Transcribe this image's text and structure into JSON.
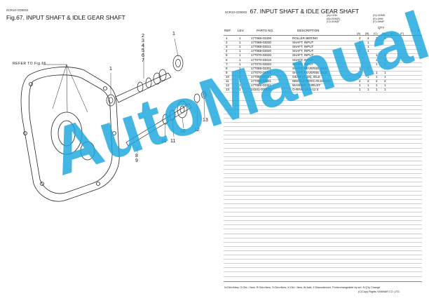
{
  "left_page": {
    "code": "0CR10-G09002",
    "title": "Fig.67.  INPUT SHAFT & IDLE GEAR SHAFT",
    "refer": "REFER TO Fig.66",
    "callouts": [
      "1",
      "2",
      "3",
      "4",
      "5",
      "6",
      "7",
      "1",
      "11",
      "10",
      "11",
      "12",
      "13",
      "8",
      "9"
    ]
  },
  "right_page": {
    "code": "0CR10-G09002",
    "title": "67.  INPUT SHAFT & IDLE GEAR SHAFT",
    "legend_left": [
      "(A)=1GM",
      "(B)=2GM(F)",
      "(C)=3GM(F"
    ],
    "legend_right": [
      "(D)=3GMD",
      "(E)=3HM",
      "(F)=3HMF"
    ],
    "qty_label": "QTY",
    "headers": {
      "ref": "REF.",
      "lev": "LEV.",
      "parts": "PARTS NO.",
      "desc": "DESCRIPTION",
      "i": "I",
      "r": "R"
    },
    "col_letters": [
      "(A)",
      "(B)",
      "(C)",
      "(D)",
      "(E)",
      "(F)"
    ],
    "rows": [
      {
        "ref": "1",
        "lev": "1",
        "part": "177088-03400",
        "desc": "ROLLER BERING",
        "q": [
          "2",
          "2",
          "2",
          "2",
          "",
          ""
        ]
      },
      {
        "ref": "2",
        "lev": "1",
        "part": "177088-03030",
        "desc": "SHAFT, INPUT",
        "q": [
          "1",
          "1",
          "",
          "",
          "",
          ""
        ]
      },
      {
        "ref": "3",
        "lev": "1",
        "part": "177088-03011",
        "desc": "SHAFT, INPUT",
        "q": [
          "1",
          "1",
          "",
          "",
          "",
          ""
        ]
      },
      {
        "ref": "4",
        "lev": "1",
        "part": "177088-03020",
        "desc": "SHAFT, INPUT",
        "q": [
          "1",
          "1",
          "",
          "",
          "",
          ""
        ]
      },
      {
        "ref": "5",
        "lev": "1",
        "part": "177070-03030",
        "desc": "SHAFT, INPUT",
        "q": [
          "",
          "",
          "1",
          "1",
          "",
          ""
        ]
      },
      {
        "ref": "6",
        "lev": "1",
        "part": "177070-03010",
        "desc": "SHAFT, INPUT",
        "q": [
          "",
          "",
          "1",
          "1",
          "",
          ""
        ]
      },
      {
        "ref": "7",
        "lev": "1",
        "part": "177070-03020",
        "desc": "SHAFT, INPUT",
        "q": [
          "",
          "",
          "1",
          "1",
          "",
          ""
        ]
      },
      {
        "ref": "8",
        "lev": "1",
        "part": "177088-03301",
        "desc": "SHAFT, REVERSE IDLE",
        "q": [
          "1",
          "1",
          "",
          "",
          "",
          ""
        ]
      },
      {
        "ref": "9",
        "lev": "1",
        "part": "177070-03301",
        "desc": "SHAFT, REVERSE IDLE",
        "q": [
          "",
          "",
          "1",
          "1",
          "",
          ""
        ]
      },
      {
        "ref": "10",
        "lev": "1",
        "part": "177088-03311",
        "desc": "GEAR (Z=26), IDLE",
        "q": [
          "1",
          "1",
          "1",
          "1",
          "",
          ""
        ]
      },
      {
        "ref": "11",
        "lev": "1",
        "part": "177088-03331",
        "desc": "NEEDLE BERG.#K162213",
        "q": [
          "2",
          "2",
          "2",
          "2",
          "",
          ""
        ]
      },
      {
        "ref": "12",
        "lev": "1",
        "part": "177088-03341",
        "desc": "WASHER, THRUST",
        "q": [
          "1",
          "1",
          "1",
          "1",
          "",
          ""
        ]
      },
      {
        "ref": "13",
        "lev": "1",
        "part": "24341-000120",
        "desc": "O-RING 1A S-12.0",
        "q": [
          "1",
          "1",
          "1",
          "1",
          "",
          ""
        ]
      }
    ],
    "footer_line1": "N:Old⇒New, O:Old⇔New, R:Old⇐New, S:Old⇒New, X:Old⇔New, W:Add, Z:Discontinued, F:Interchangeable by set, K:Q'ty Change",
    "footer_line2": "(C)Copy Rights YANMAR CO.,LTD."
  },
  "watermark": "AutoManual",
  "colors": {
    "watermark": "#1aa6de"
  }
}
